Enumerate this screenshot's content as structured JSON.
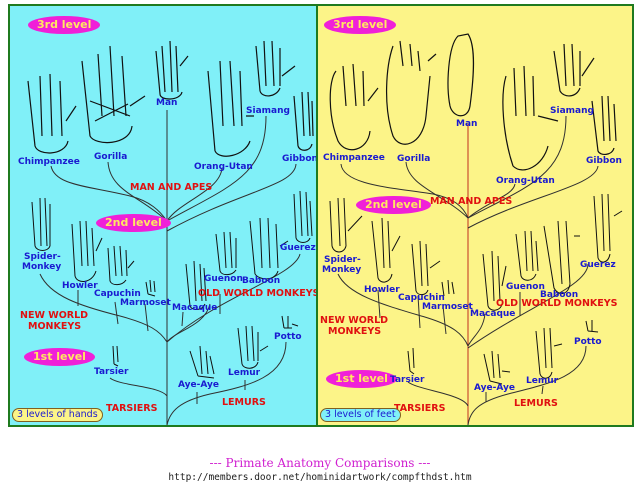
{
  "hands_panel": {
    "levels": {
      "third": "3rd level",
      "second": "2nd level",
      "first": "1st level"
    },
    "badge": "3 levels of hands",
    "groups": {
      "man_and_apes": "MAN AND APES",
      "new_world_monkeys_1": "NEW WORLD",
      "new_world_monkeys_2": "MONKEYS",
      "old_world_monkeys": "OLD WORLD MONKEYS",
      "tarsiers": "TARSIERS",
      "lemurs": "LEMURS"
    },
    "species": {
      "man": "Man",
      "chimpanzee": "Chimpanzee",
      "gorilla": "Gorilla",
      "orang_utan": "Orang-Utan",
      "siamang": "Siamang",
      "gibbon": "Gibbon",
      "spider_monkey_1": "Spider-",
      "spider_monkey_2": "Monkey",
      "howler": "Howler",
      "capuchin": "Capuchin",
      "marmoset": "Marmoset",
      "macaque": "Macaque",
      "guenon": "Guenon",
      "baboon": "Baboon",
      "guerez": "Guerez",
      "tarsier": "Tarsier",
      "aye_aye": "Aye-Aye",
      "lemur": "Lemur",
      "potto": "Potto"
    }
  },
  "feet_panel": {
    "levels": {
      "third": "3rd level",
      "second": "2nd level",
      "first": "1st level"
    },
    "badge": "3 levels of feet",
    "groups": {
      "man_and_apes": "MAN AND APES",
      "new_world_monkeys_1": "NEW WORLD",
      "new_world_monkeys_2": "MONKEYS",
      "old_world_monkeys": "OLD WORLD MONKEYS",
      "tarsiers": "TARSIERS",
      "lemurs": "LEMURS"
    },
    "species": {
      "man": "Man",
      "chimpanzee": "Chimpanzee",
      "gorilla": "Gorilla",
      "orang_utan": "Orang-Utan",
      "siamang": "Siamang",
      "gibbon": "Gibbon",
      "spider_monkey_1": "Spider-",
      "spider_monkey_2": "Monkey",
      "howler": "Howler",
      "capuchin": "Capuchin",
      "marmoset": "Marmoset",
      "macaque": "Macaque",
      "guenon": "Guenon",
      "baboon": "Baboon",
      "guerez": "Guerez",
      "tarsier": "Tarsier",
      "aye_aye": "Aye-Aye",
      "lemur": "Lemur",
      "potto": "Potto"
    }
  },
  "colors": {
    "hands_bg": "#80f0f8",
    "feet_bg": "#fcf488",
    "species_label": "#1a1ad0",
    "group_label": "#e01010",
    "level_badge_bg": "#f020d8",
    "level_badge_text": "#ffe860",
    "frame": "#1f7a1f",
    "caption": "#d020d0"
  },
  "footer": {
    "caption": "--- Primate Anatomy Comparisons ---",
    "url": "http://members.door.net/hominidartwork/compfthdst.htm"
  }
}
